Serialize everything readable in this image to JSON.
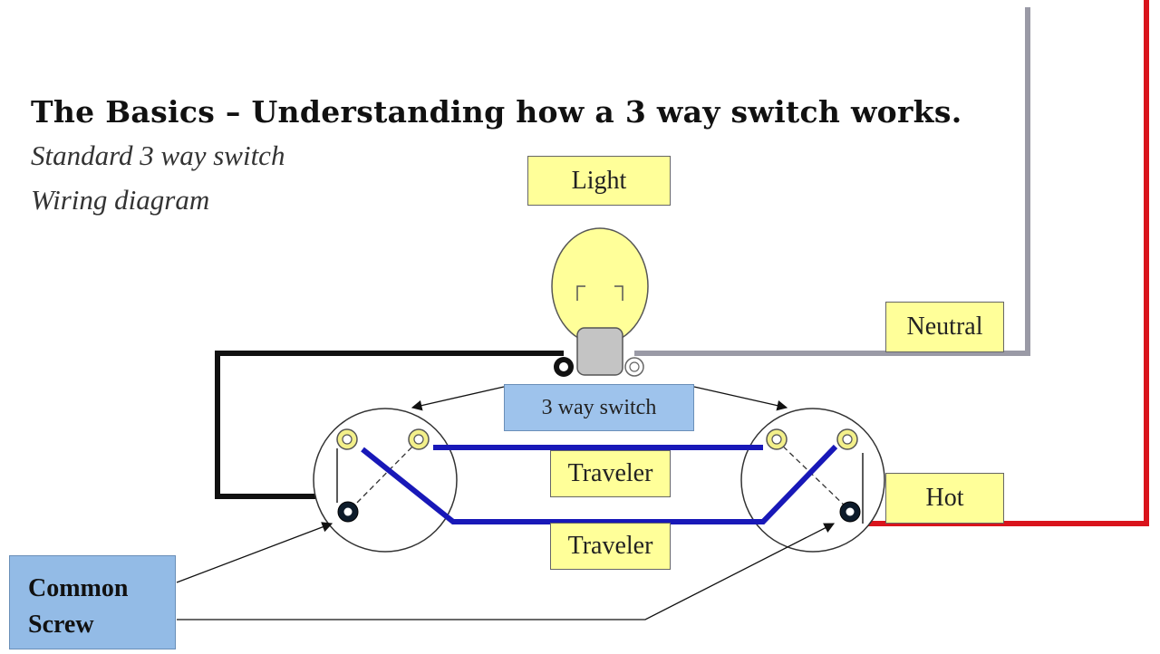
{
  "header": {
    "title": "The Basics – Understanding how a 3 way switch works.",
    "subtitle_line1": "Standard 3 way switch",
    "subtitle_line2": "Wiring diagram"
  },
  "labels": {
    "light": "Light",
    "neutral": "Neutral",
    "three_way_switch": "3 way switch",
    "traveler_top": "Traveler",
    "traveler_bottom": "Traveler",
    "hot": "Hot",
    "common_line1": "Common",
    "common_line2": "Screw"
  },
  "colors": {
    "neutral_wire": "#9a9aa6",
    "hot_wire": "#d9141c",
    "switch_leg_wire": "#111111",
    "traveler_wire": "#1818b8",
    "label_fill": "#ffff99",
    "switch_label_fill": "#9ec3ec",
    "bulb_fill": "#ffff99"
  }
}
